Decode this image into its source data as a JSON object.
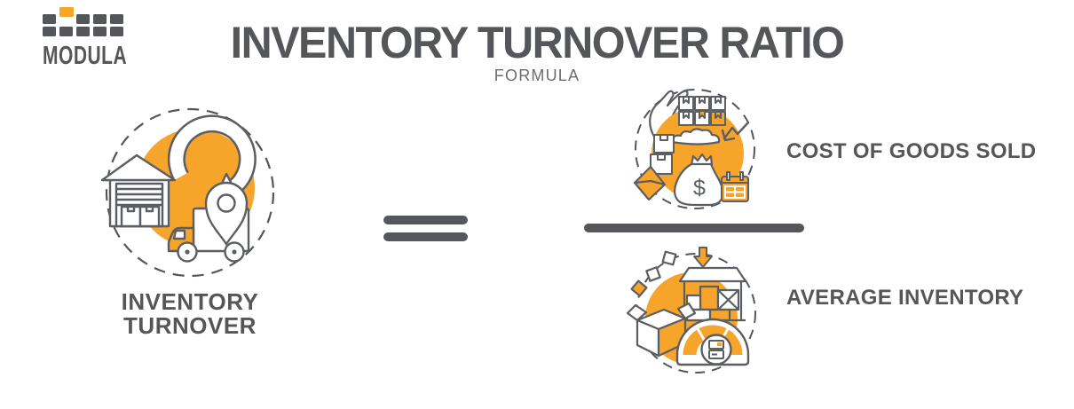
{
  "logo": {
    "wordmark": "MODULA"
  },
  "header": {
    "title": "INVENTORY TURNOVER RATIO",
    "subtitle": "FORMULA"
  },
  "formula": {
    "left_term": {
      "line1": "INVENTORY",
      "line2": "TURNOVER"
    },
    "equals_symbol": "=",
    "numerator_label": "COST OF GOODS SOLD",
    "denominator_label": "AVERAGE INVENTORY",
    "dollar_glyph": "$"
  },
  "icons": {
    "left": "inventory-turnover-illustration",
    "numerator": "cost-of-goods-sold-illustration",
    "denominator": "average-inventory-illustration",
    "equals": "equals-sign",
    "division": "fraction-bar"
  },
  "colors": {
    "accent_orange": "#F7A42B",
    "text_dark": "#54565A",
    "subtitle_gray": "#6A6C70",
    "outline_gray": "#5B5E63",
    "background": "#FFFFFF"
  }
}
